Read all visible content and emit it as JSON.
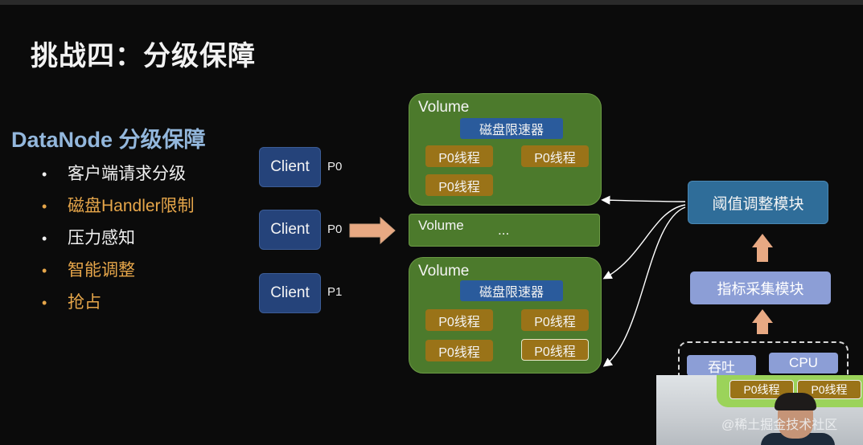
{
  "slide": {
    "title": "挑战四：分级保障",
    "subtitle": "DataNode 分级保障",
    "bullets": [
      {
        "text": "客户端请求分级",
        "color": "white"
      },
      {
        "text": "磁盘Handler限制",
        "color": "orange"
      },
      {
        "text": "压力感知",
        "color": "white"
      },
      {
        "text": "智能调整",
        "color": "orange"
      },
      {
        "text": "抢占",
        "color": "orange"
      }
    ]
  },
  "clients": [
    {
      "label": "Client",
      "priority": "P0"
    },
    {
      "label": "Client",
      "priority": "P0"
    },
    {
      "label": "Client",
      "priority": "P1"
    }
  ],
  "volumes": {
    "top": {
      "label": "Volume",
      "limiter": "磁盘限速器",
      "threads": [
        "P0线程",
        "P0线程",
        "P0线程"
      ]
    },
    "middle": {
      "label": "Volume",
      "ellipsis": "..."
    },
    "bottom": {
      "label": "Volume",
      "limiter": "磁盘限速器",
      "threads": [
        "P0线程",
        "P0线程",
        "P0线程",
        "P0线程"
      ]
    }
  },
  "modules": {
    "threshold": "阈值调整模块",
    "metrics": "指标采集模块",
    "sources": [
      "吞吐",
      "CPU"
    ]
  },
  "camera_overlay": {
    "threads": [
      "P0线程",
      "P0线程"
    ],
    "watermark": "@稀土掘金技术社区"
  },
  "colors": {
    "background": "#0b0b0b",
    "client": "#25437a",
    "volume": "#4c7a2c",
    "limiter": "#2a5b9c",
    "thread": "#9a7318",
    "threshold_module": "#2f6d99",
    "metric_module": "#8c9ed6",
    "accent_orange": "#e6a64a",
    "subtitle_blue": "#93b7dc",
    "arrow": "#e8a983"
  }
}
